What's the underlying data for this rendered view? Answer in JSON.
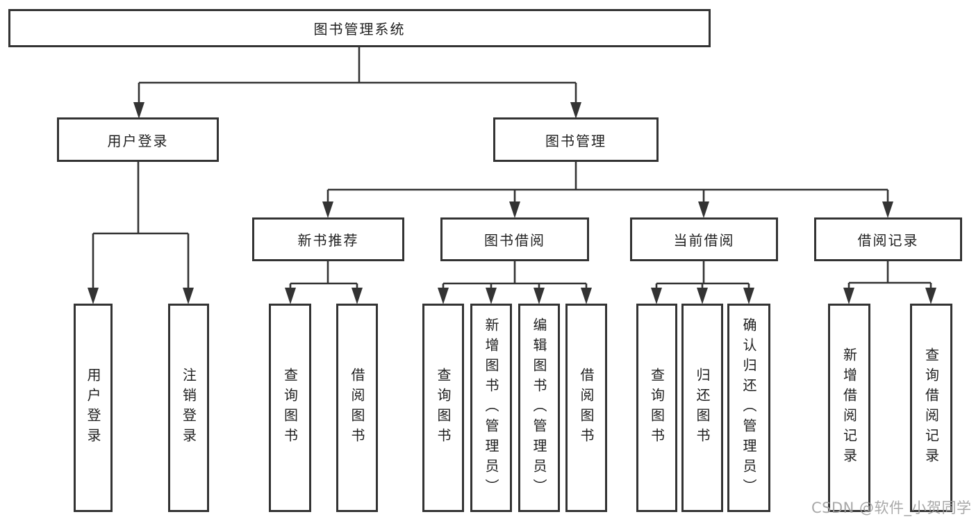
{
  "tree": {
    "label": "图书管理系统",
    "children": [
      {
        "label": "用户登录",
        "children": [
          {
            "label": "用户登录"
          },
          {
            "label": "注销登录"
          }
        ]
      },
      {
        "label": "图书管理",
        "children": [
          {
            "label": "新书推荐",
            "children": [
              {
                "label": "查询图书"
              },
              {
                "label": "借阅图书"
              }
            ]
          },
          {
            "label": "图书借阅",
            "children": [
              {
                "label": "查询图书"
              },
              {
                "label": "新增图书（管理员）"
              },
              {
                "label": "编辑图书（管理员）"
              },
              {
                "label": "借阅图书"
              }
            ]
          },
          {
            "label": "当前借阅",
            "children": [
              {
                "label": "查询图书"
              },
              {
                "label": "归还图书"
              },
              {
                "label": "确认归还（管理员）"
              }
            ]
          },
          {
            "label": "借阅记录",
            "children": [
              {
                "label": "新增借阅记录"
              },
              {
                "label": "查询借阅记录"
              }
            ]
          }
        ]
      }
    ]
  },
  "watermark": "CSDN @软件_小贺同学",
  "colors": {
    "line": "#333333",
    "box_border": "#333333",
    "text": "#1f1f1f",
    "watermark": "#9e9e9e",
    "background": "#ffffff"
  }
}
